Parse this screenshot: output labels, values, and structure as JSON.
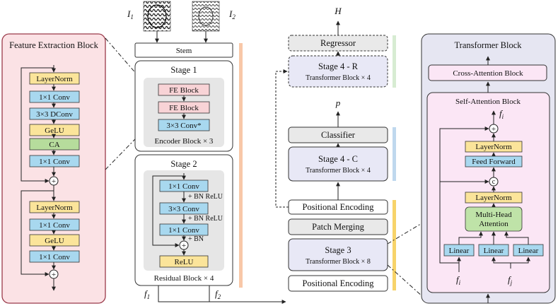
{
  "colors": {
    "layernorm": "#fbe49a",
    "conv": "#a8d8ef",
    "ca": "#b6dc9c",
    "fe_block": "#f8d3d6",
    "relu": "#fbe49a",
    "transformer_block": "#e8e8f6",
    "gray_block": "#e9e9e9",
    "fe_panel": "#fbe2e5",
    "fe_panel_stroke": "#9a3a4a",
    "tf_panel": "#e6e6f2",
    "tf_inner": "#fbe6f5",
    "attention": "#bfe3a8",
    "bar_orange": "#f8c8a8",
    "bar_green": "#d7ecd2",
    "bar_blue": "#bfd8ee",
    "bar_yellow": "#f7d36a"
  },
  "feature_extraction": {
    "title": "Feature Extraction Block",
    "layernorm_1": "LayerNorm",
    "conv1x1_a": "1×1 Conv",
    "dconv": "3×3 DConv",
    "gelu_1": "GeLU",
    "ca": "CA",
    "conv1x1_b": "1×1 Conv",
    "layernorm_2": "LayerNorm",
    "conv1x1_c": "1×1 Conv",
    "gelu_2": "GeLU",
    "conv1x1_d": "1×1 Conv",
    "plus": "+"
  },
  "backbone": {
    "input_1": "I",
    "input_1_sub": "1",
    "input_2": "I",
    "input_2_sub": "2",
    "stem": "Stem",
    "stage1_title": "Stage 1",
    "fe_block_1": "FE Block",
    "fe_block_2": "FE Block",
    "conv_star": "3×3 Conv*",
    "encoder_caption": "Encoder Block × 3",
    "stage2_title": "Stage 2",
    "s2_conv1": "1×1 Conv",
    "s2_note1": "+ BN ReLU",
    "s2_conv2": "3×3 Conv",
    "s2_note2": "+ BN ReLU",
    "s2_conv3": "1×1 Conv",
    "s2_note3": "+ BN",
    "s2_relu": "ReLU",
    "residual_caption": "Residual Block × 4",
    "f1": "f",
    "f1_sub": "1",
    "f2": "f",
    "f2_sub": "2"
  },
  "head": {
    "output_H": "H",
    "regressor": "Regressor",
    "stage4r_title": "Stage 4 - R",
    "stage4r_sub": "Transformer Block × 4",
    "output_p": "p",
    "classifier": "Classifier",
    "stage4c_title": "Stage 4 - C",
    "stage4c_sub": "Transformer Block × 4",
    "pos_enc_top": "Positional Encoding",
    "patch_merging": "Patch Merging",
    "stage3_title": "Stage 3",
    "stage3_sub": "Transformer Block × 8",
    "pos_enc_bottom": "Positional Encoding"
  },
  "transformer": {
    "title": "Transformer Block",
    "cross_attention": "Cross-Attention Block",
    "self_attention_title": "Self-Attention Block",
    "fi_out": "f",
    "fi_out_sub": "i",
    "layernorm_top": "LayerNorm",
    "feed_forward": "Feed Forward",
    "concat": "c",
    "layernorm_mid": "LayerNorm",
    "mha_line1": "Multi-Head",
    "mha_line2": "Attention",
    "linear_1": "Linear",
    "linear_2": "Linear",
    "linear_3": "Linear",
    "fi_in": "f",
    "fi_in_sub": "i",
    "fj_in": "f",
    "fj_in_sub": "j",
    "plus": "+"
  }
}
